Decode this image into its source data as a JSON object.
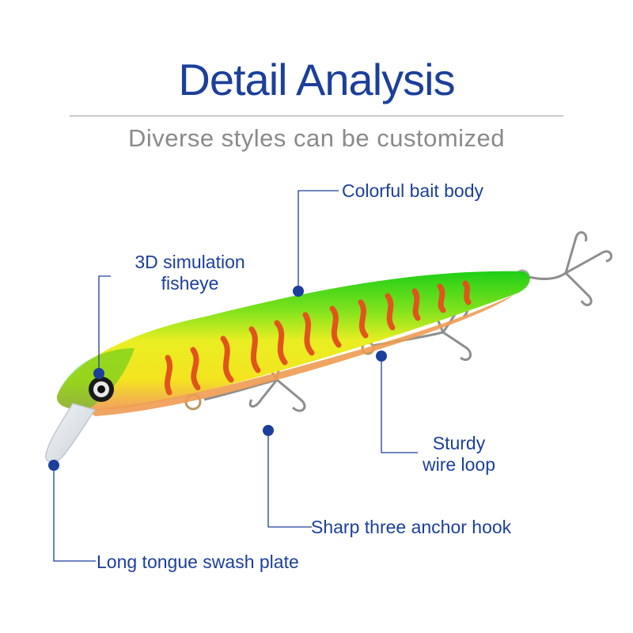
{
  "header": {
    "title": "Detail Analysis",
    "subtitle": "Diverse styles can be customized"
  },
  "callouts": {
    "body": "Colorful bait body",
    "eye_line1": "3D simulation",
    "eye_line2": "fisheye",
    "loop_line1": "Sturdy",
    "loop_line2": "wire loop",
    "hook": "Sharp three anchor hook",
    "plate": "Long tongue swash plate"
  },
  "colors": {
    "accent": "#1c3f9b",
    "subtitle": "#8a8a8a",
    "lure_back": "#22d219",
    "lure_side": "#f6ea1f",
    "lure_stripe": "#e2531d",
    "lure_belly": "#f2a062"
  }
}
